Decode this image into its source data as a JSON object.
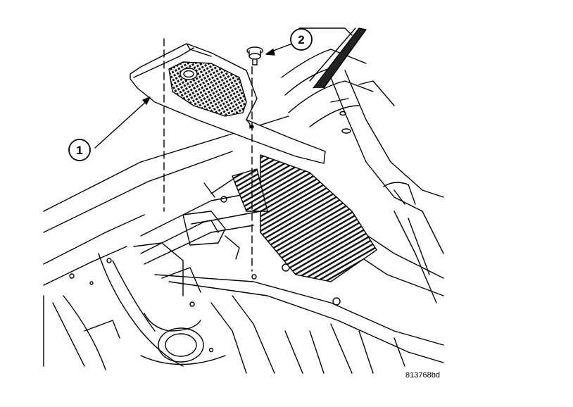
{
  "diagram": {
    "callouts": [
      {
        "number": "1",
        "part": "cowl-panel"
      },
      {
        "number": "2",
        "part": "push-pin-fastener"
      }
    ],
    "figure_id": "813768bd",
    "colors": {
      "line": "#000000",
      "background": "#ffffff"
    }
  }
}
